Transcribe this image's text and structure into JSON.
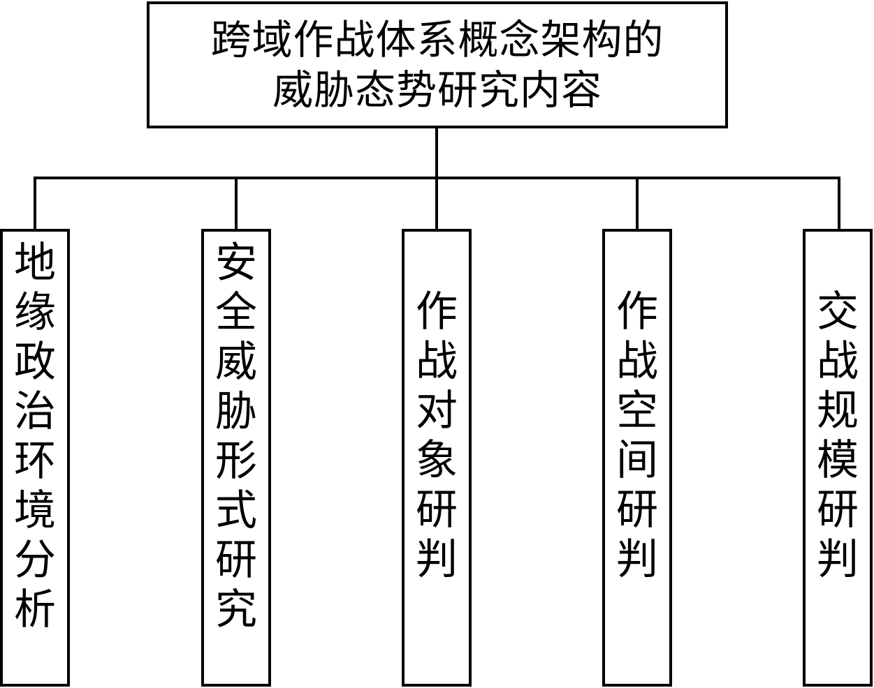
{
  "diagram": {
    "root": {
      "lines": [
        "跨域作战体系概念架构的",
        "威胁态势研究内容"
      ]
    },
    "children": [
      {
        "label": "地缘政治环境分析"
      },
      {
        "label": "安全威胁形式研究"
      },
      {
        "label": "作战对象研判"
      },
      {
        "label": "作战空间研判"
      },
      {
        "label": "交战规模研判"
      }
    ]
  }
}
